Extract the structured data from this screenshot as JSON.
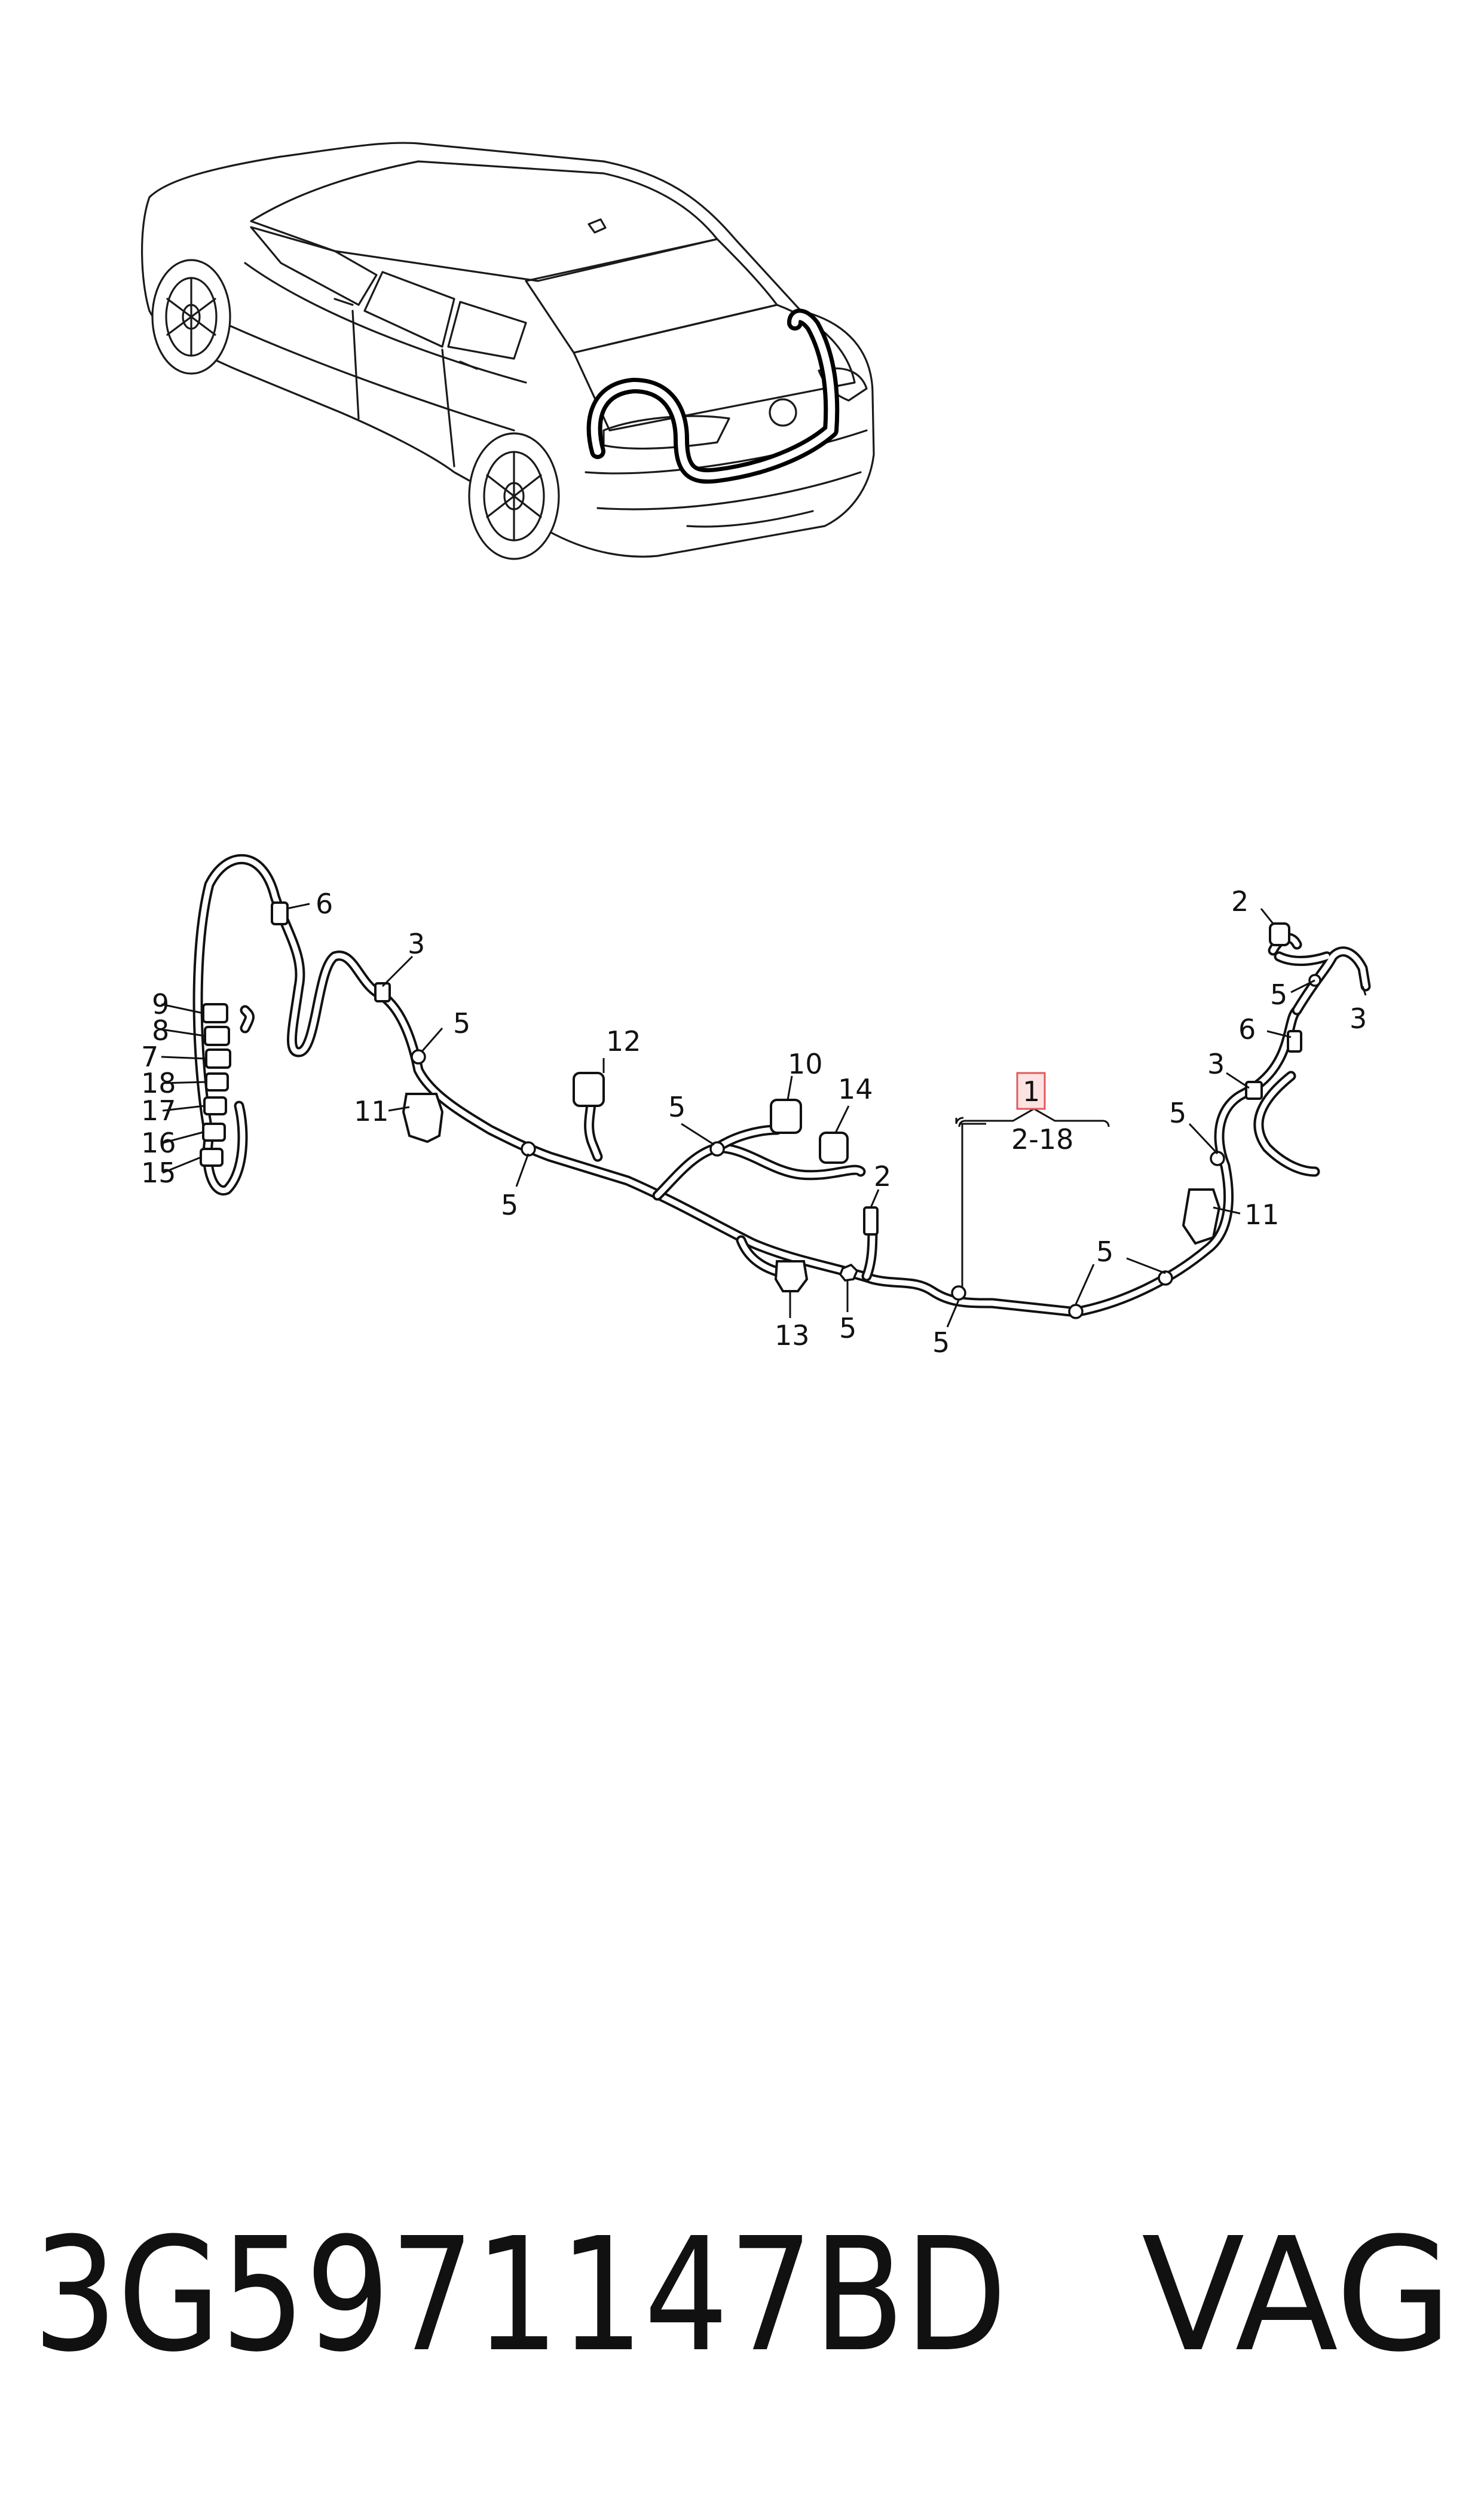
{
  "callouts": {
    "main": "1",
    "main_range": "2-18"
  },
  "labels": [
    {
      "id": "l-6-left",
      "text": "6"
    },
    {
      "id": "l-3-left",
      "text": "3"
    },
    {
      "id": "l-9",
      "text": "9"
    },
    {
      "id": "l-8",
      "text": "8"
    },
    {
      "id": "l-7",
      "text": "7"
    },
    {
      "id": "l-18",
      "text": "18"
    },
    {
      "id": "l-17",
      "text": "17"
    },
    {
      "id": "l-16",
      "text": "16"
    },
    {
      "id": "l-15",
      "text": "15"
    },
    {
      "id": "l-5-a",
      "text": "5"
    },
    {
      "id": "l-11-left",
      "text": "11"
    },
    {
      "id": "l-5-b",
      "text": "5"
    },
    {
      "id": "l-12",
      "text": "12"
    },
    {
      "id": "l-5-c",
      "text": "5"
    },
    {
      "id": "l-10",
      "text": "10"
    },
    {
      "id": "l-14",
      "text": "14"
    },
    {
      "id": "l-2-mid",
      "text": "2"
    },
    {
      "id": "l-13",
      "text": "13"
    },
    {
      "id": "l-5-d",
      "text": "5"
    },
    {
      "id": "l-5-e",
      "text": "5"
    },
    {
      "id": "l-5-f",
      "text": "5"
    },
    {
      "id": "l-5-g",
      "text": "5"
    },
    {
      "id": "l-11-right",
      "text": "11"
    },
    {
      "id": "l-3-right",
      "text": "3"
    },
    {
      "id": "l-6-right",
      "text": "6"
    },
    {
      "id": "l-5-h",
      "text": "5"
    },
    {
      "id": "l-2-right",
      "text": "2"
    },
    {
      "id": "l-3-far",
      "text": "3"
    }
  ],
  "footer": {
    "part_number": "3G5971147BD",
    "brand": "VAG"
  },
  "colors": {
    "ink": "#111111",
    "highlight_box_fill": "#fde2e2",
    "highlight_box_stroke": "#e05a5a"
  }
}
